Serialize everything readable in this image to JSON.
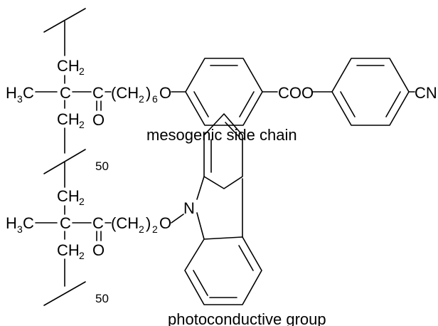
{
  "unit1": {
    "ch2_top": "CH",
    "ch2_top_sub": "2",
    "h3c": "H",
    "h3c_sub": "3",
    "h3c_c": "C",
    "c_center": "C",
    "c_carbonyl": "C",
    "o_carbonyl": "O",
    "ch2_bottom": "CH",
    "ch2_bottom_sub": "2",
    "chain": "(CH",
    "chain_sub2": "2",
    "chain_close": ")",
    "chain_sub6": "6",
    "o_ether": "O",
    "ester": "COO",
    "o_ester2": "O",
    "cn": "CN",
    "repeat": "50",
    "caption": "mesogenic side chain"
  },
  "unit2": {
    "ch2_top": "CH",
    "ch2_top_sub": "2",
    "h3c": "H",
    "h3c_sub": "3",
    "h3c_c": "C",
    "c_center": "C",
    "c_carbonyl": "C",
    "o_carbonyl": "O",
    "ch2_bottom": "CH",
    "ch2_bottom_sub": "2",
    "chain": "(CH",
    "chain_sub2": "2",
    "chain_close": ")",
    "chain_sub2b": "2",
    "o_ether": "O",
    "n_atom": "N",
    "repeat": "50",
    "caption": "photoconductive group"
  }
}
